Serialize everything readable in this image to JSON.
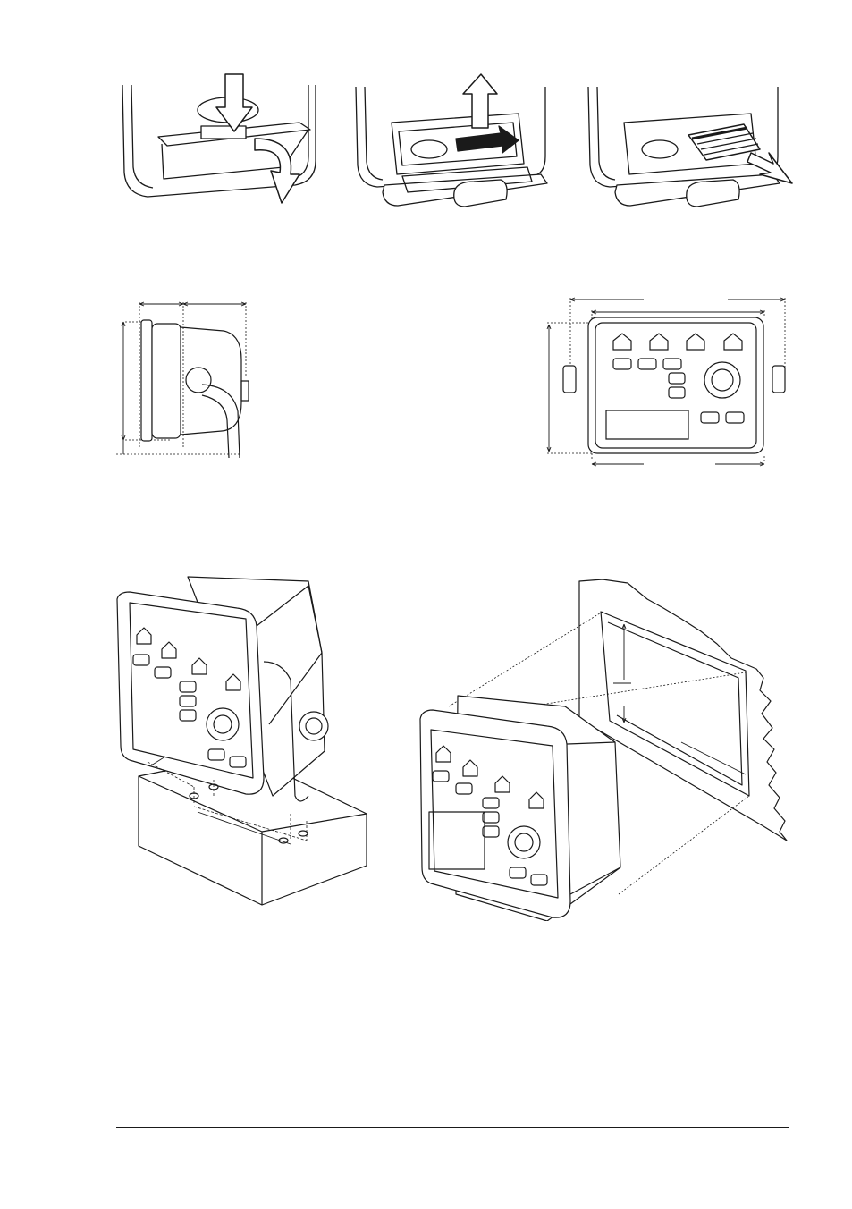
{
  "page": {
    "background": "#ffffff",
    "ink": "#1a1a1a"
  },
  "figures": [
    {
      "id": "memory-card-step-open-cover",
      "icon": "arrow-push-and-rotate"
    },
    {
      "id": "memory-card-step-eject",
      "icon": "arrow-up-and-push"
    },
    {
      "id": "memory-card-step-insert-card",
      "icon": "arrow-slide-in"
    },
    {
      "id": "dimensions-side-view",
      "icon": "dimension-lines"
    },
    {
      "id": "dimensions-front-view",
      "icon": "dimension-lines"
    },
    {
      "id": "bracket-mounting",
      "icon": "screw-holes"
    },
    {
      "id": "flush-mounting",
      "icon": "panel-cutout"
    }
  ]
}
